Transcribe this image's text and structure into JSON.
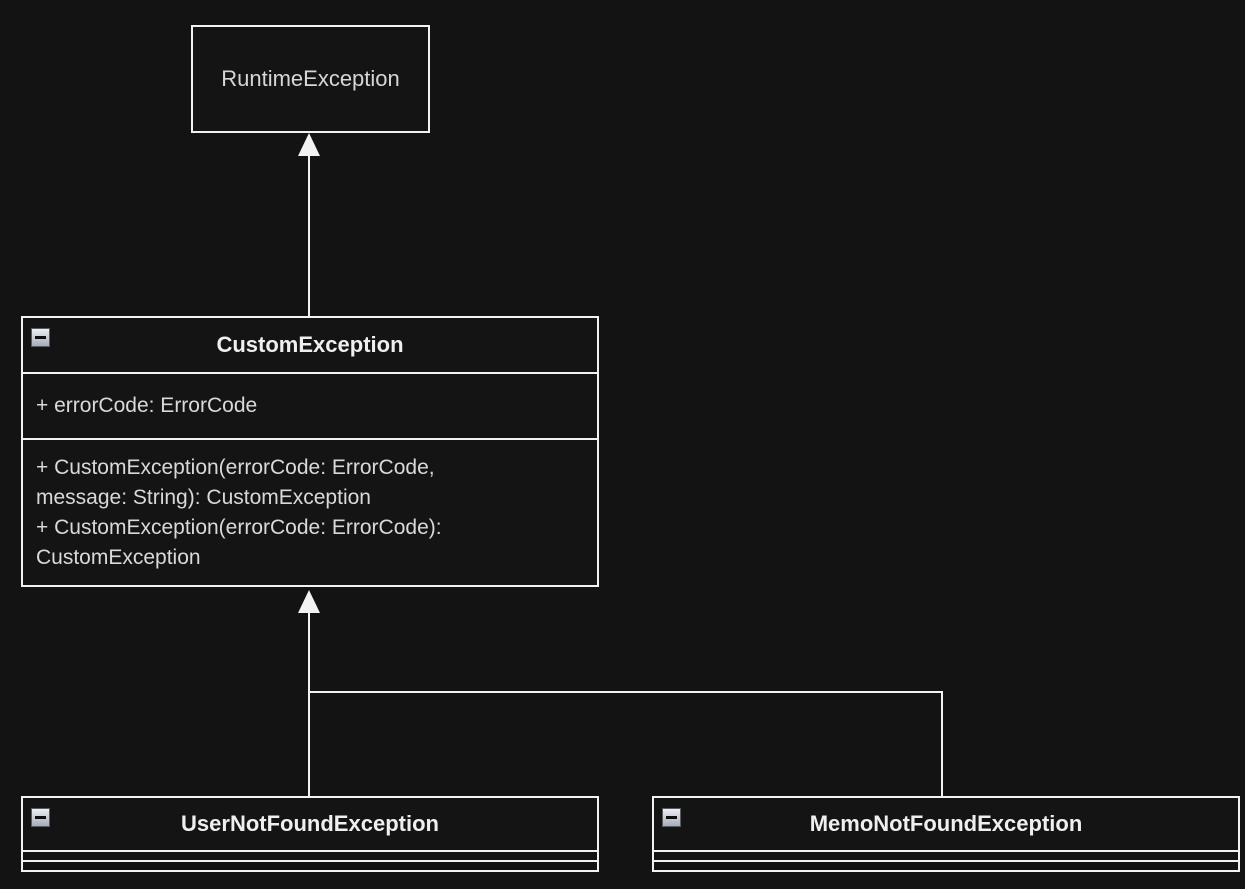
{
  "diagram": {
    "background_color": "#131313",
    "stroke_color": "#f2f2f2",
    "classes": {
      "runtime": {
        "name": "RuntimeException"
      },
      "custom": {
        "name": "CustomException",
        "attributes": [
          "+ errorCode: ErrorCode"
        ],
        "method_lines": [
          "+ CustomException(errorCode: ErrorCode,",
          "message: String): CustomException",
          "+ CustomException(errorCode: ErrorCode):",
          "CustomException"
        ]
      },
      "user": {
        "name": "UserNotFoundException"
      },
      "memo": {
        "name": "MemoNotFoundException"
      }
    },
    "relations": [
      {
        "from": "CustomException",
        "to": "RuntimeException",
        "type": "inheritance"
      },
      {
        "from": "UserNotFoundException",
        "to": "CustomException",
        "type": "inheritance"
      },
      {
        "from": "MemoNotFoundException",
        "to": "CustomException",
        "type": "inheritance"
      }
    ],
    "icons": {
      "collapse": "minus-icon"
    }
  }
}
